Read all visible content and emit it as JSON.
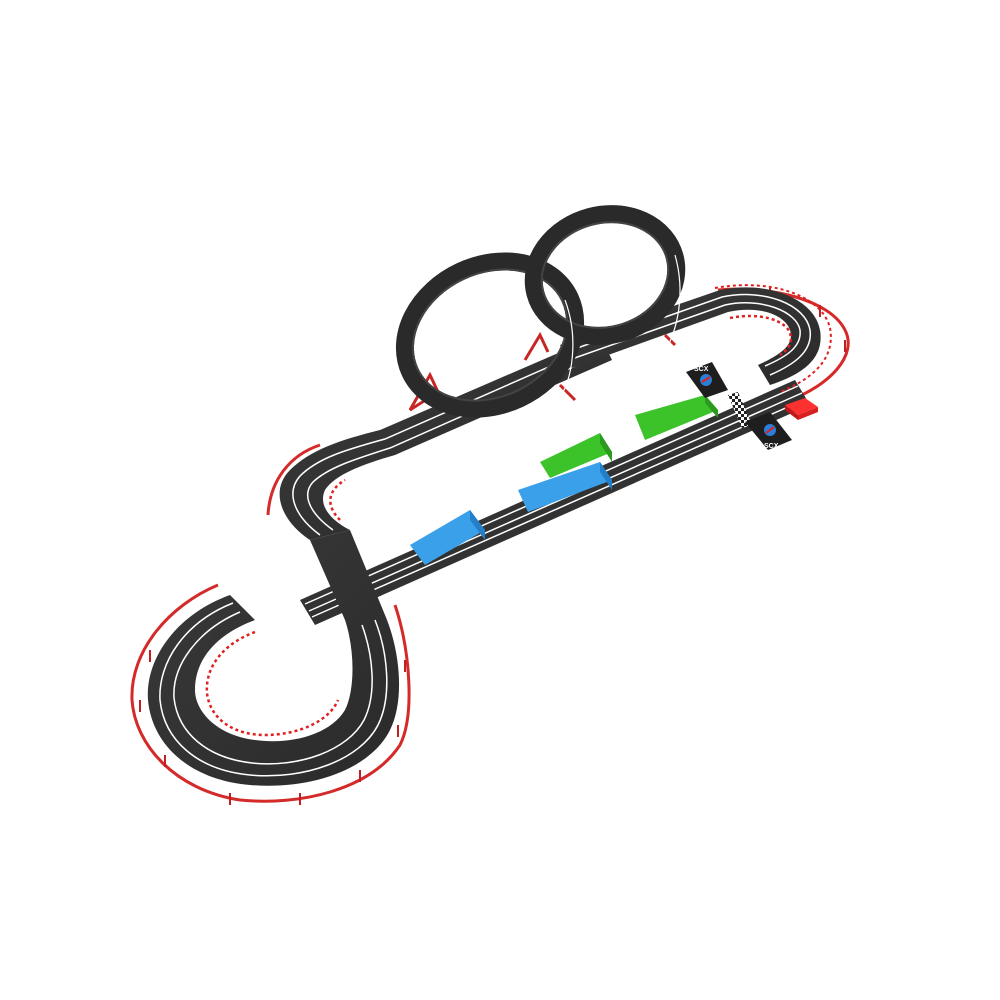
{
  "scene": {
    "subject": "Slot car racing track set",
    "background_color": "#ffffff",
    "track_color": "#2f2f2f",
    "track_edge_color": "#1e1e1e",
    "lane_line_color": "#ffffff",
    "guardrail_color": "#d42a2a",
    "curb_color": "#e02020",
    "loops": {
      "count": 2,
      "color": "#2a2a2a"
    },
    "ramps": [
      {
        "color": "#3aa0ea",
        "label": "blue-ramp-1"
      },
      {
        "color": "#3aa0ea",
        "label": "blue-ramp-2"
      },
      {
        "color": "#3cc32a",
        "label": "green-ramp-1"
      },
      {
        "color": "#3cc32a",
        "label": "green-ramp-2"
      }
    ],
    "start_finish": {
      "markers": [
        {
          "brand": "SCX",
          "icon_color": "#2a7fd8"
        },
        {
          "brand": "SCX",
          "icon_color": "#2a7fd8"
        }
      ],
      "checker_pattern": true
    },
    "accessory_block_color": "#e82020"
  }
}
